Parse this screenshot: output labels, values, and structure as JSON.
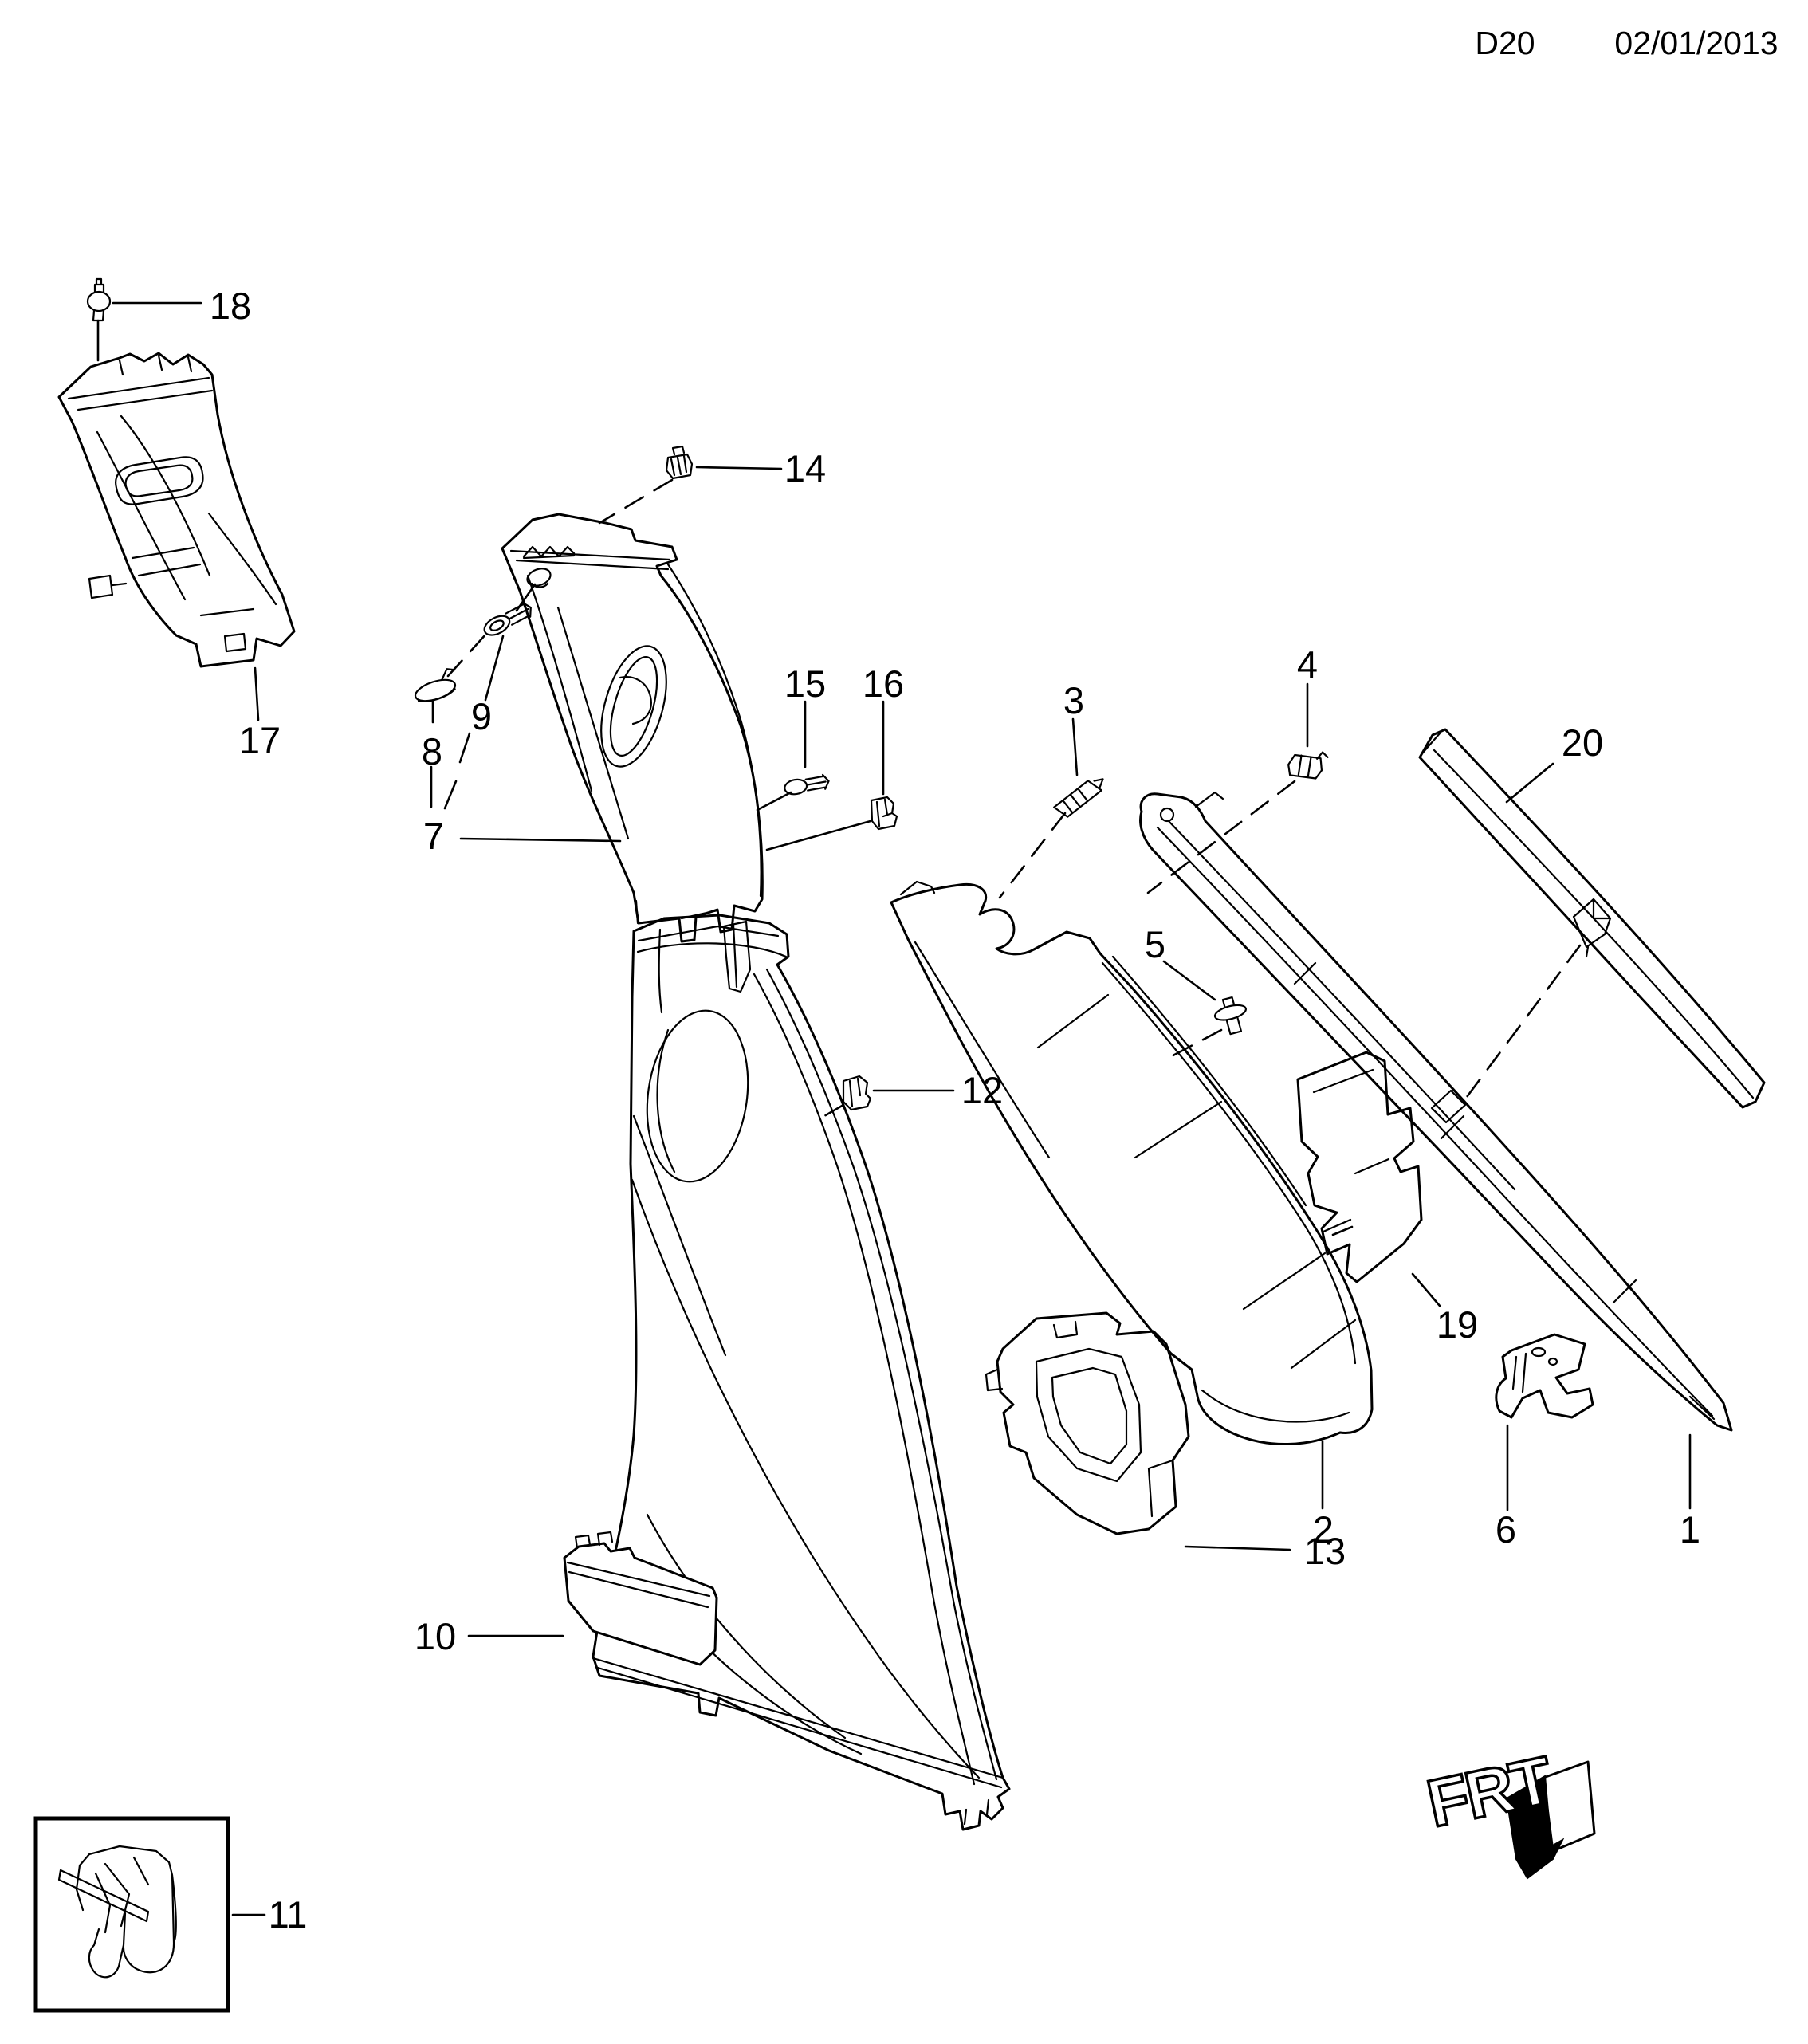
{
  "header": {
    "code": "D20",
    "date": "02/01/2013"
  },
  "frt": {
    "label": "FRT"
  },
  "callouts": {
    "c1": "1",
    "c2": "2",
    "c3": "3",
    "c4": "4",
    "c5": "5",
    "c6": "6",
    "c7": "7",
    "c8": "8",
    "c9": "9",
    "c10": "10",
    "c11": "11",
    "c12": "12",
    "c13": "13",
    "c14": "14",
    "c15": "15",
    "c16": "16",
    "c17": "17",
    "c18": "18",
    "c19": "19",
    "c20": "20"
  }
}
